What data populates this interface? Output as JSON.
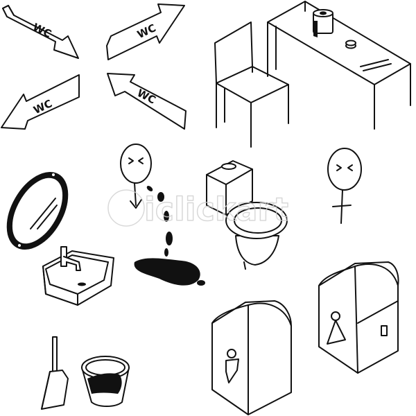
{
  "signs": {
    "wc_top_left": "WC",
    "wc_top_right": "WC",
    "wc_bottom_left": "WC",
    "wc_bottom_right": "WC"
  },
  "watermark": "iclickart",
  "colors": {
    "stroke": "#111111",
    "fill": "#ffffff",
    "ink": "#111111"
  },
  "icons": [
    "arrow-sign-icon",
    "chair-icon",
    "table-icon",
    "toilet-paper-icon",
    "coin-icon",
    "mirror-icon",
    "sink-icon",
    "male-symbol-icon",
    "female-symbol-icon",
    "puddle-icon",
    "toilet-icon",
    "stall-icon",
    "dustpan-icon",
    "bucket-icon"
  ]
}
